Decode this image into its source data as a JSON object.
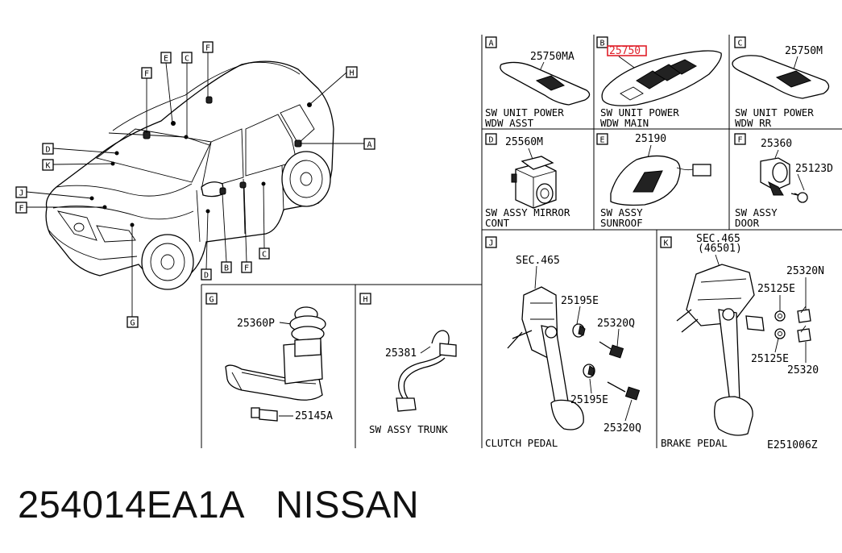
{
  "panels": {
    "A": {
      "letter": "A",
      "part": "25750MA",
      "desc1": "SW UNIT POWER",
      "desc2": "WDW ASST"
    },
    "B": {
      "letter": "B",
      "part": "25750",
      "desc1": "SW UNIT POWER",
      "desc2": "WDW MAIN",
      "highlight_color": "#e0202a"
    },
    "C": {
      "letter": "C",
      "part": "25750M",
      "desc1": "SW UNIT POWER",
      "desc2": "WDW RR"
    },
    "D": {
      "letter": "D",
      "part": "25560M",
      "desc1": "SW ASSY MIRROR",
      "desc2": "CONT"
    },
    "E": {
      "letter": "E",
      "part": "25190",
      "desc1": "SW ASSY",
      "desc2": "SUNROOF"
    },
    "F": {
      "letter": "F",
      "part1": "25360",
      "part2": "25123D",
      "desc1": "SW ASSY",
      "desc2": "DOOR"
    },
    "G": {
      "letter": "G",
      "part1": "25360P",
      "part2": "25145A"
    },
    "H": {
      "letter": "H",
      "part": "25381",
      "desc": "SW ASSY TRUNK"
    },
    "J": {
      "letter": "J",
      "sec": "SEC.465",
      "part1": "25195E",
      "part2": "25320Q",
      "part3": "25195E",
      "part4": "25320Q",
      "desc": "CLUTCH PEDAL"
    },
    "K": {
      "letter": "K",
      "sec1": "SEC.465",
      "sec2": "(46501)",
      "part1": "25320N",
      "part2": "25125E",
      "part3": "25125E",
      "part4": "25320",
      "desc": "BRAKE PEDAL",
      "code": "E251006Z"
    }
  },
  "car_callouts": [
    "F",
    "E",
    "C",
    "F",
    "H",
    "A",
    "D",
    "K",
    "J",
    "F",
    "D",
    "B",
    "F",
    "C",
    "G"
  ],
  "footer": {
    "part_number": "254014EA1A",
    "brand": "NISSAN"
  }
}
